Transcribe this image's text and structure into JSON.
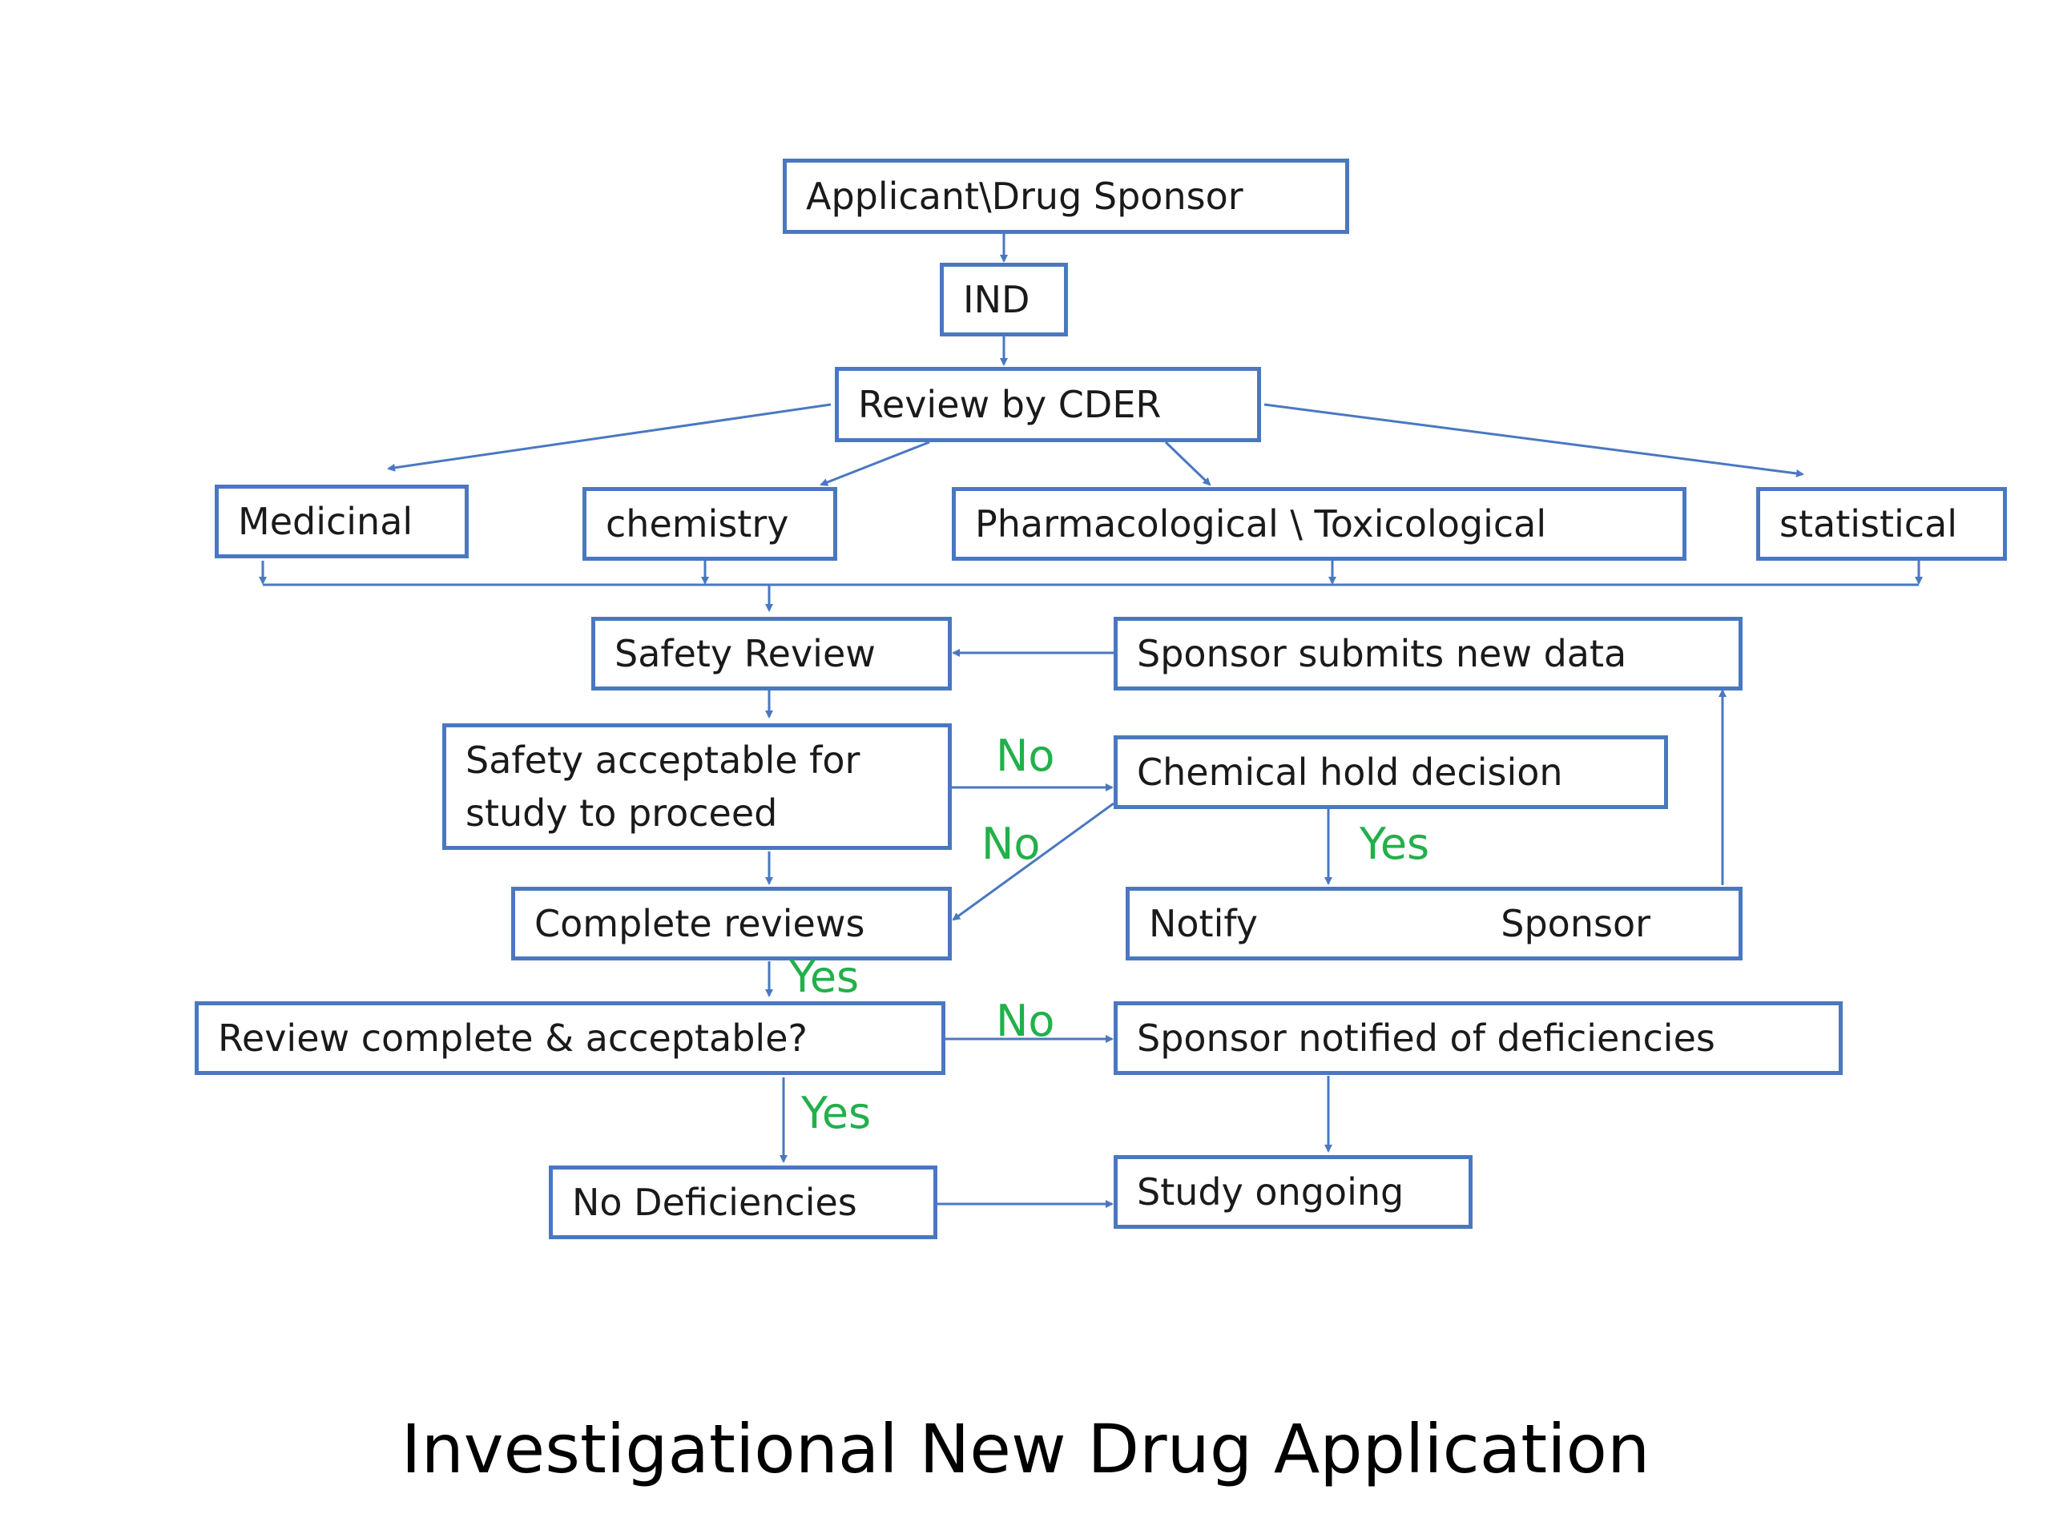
{
  "diagram": {
    "boxes": {
      "sponsor": "Applicant\\Drug Sponsor",
      "ind": "IND",
      "review_cder": "Review by CDER",
      "medicinal": "Medicinal",
      "chemistry": "chemistry",
      "pharm_tox": "Pharmacological \\ Toxicological",
      "statistical": "statistical",
      "safety_review": "Safety Review",
      "new_data": "Sponsor submits new data",
      "safety_acceptable": "Safety acceptable for\n study to proceed",
      "hold_decision": "Chemical hold decision",
      "complete_reviews": "Complete reviews",
      "notify_left": "Notify",
      "notify_right": "Sponsor",
      "review_acceptable": "Review complete & acceptable?",
      "deficiencies_notified": "Sponsor notified of deficiencies",
      "no_deficiencies": "No Deficiencies",
      "study_ongoing": "Study ongoing"
    },
    "labels": {
      "no_1": "No",
      "no_2": "No",
      "yes_1": "Yes",
      "yes_2": "Yes",
      "no_3": "No",
      "yes_3": "Yes"
    },
    "caption": "Investigational New Drug Application",
    "colors": {
      "line": "#4a78c0",
      "label": "#22b04a"
    }
  }
}
